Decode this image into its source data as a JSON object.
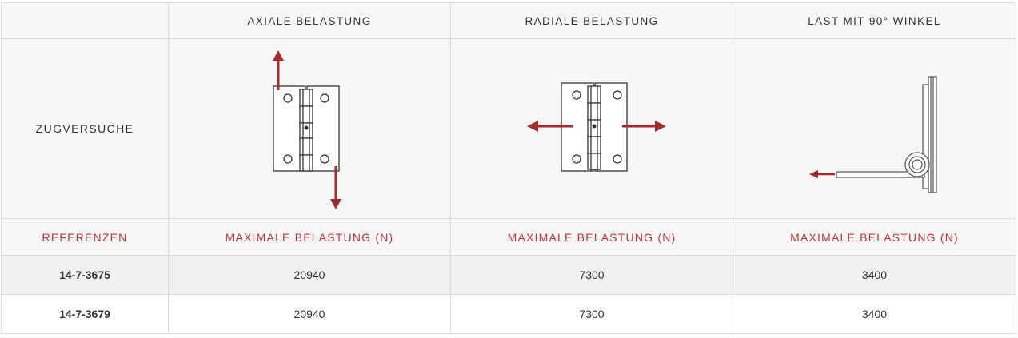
{
  "header": {
    "corner": "",
    "columns": [
      "AXIALE BELASTUNG",
      "RADIALE BELASTUNG",
      "LAST MIT 90° WINKEL"
    ]
  },
  "test_row": {
    "label": "ZUGVERSUCHE",
    "illustrations": [
      "axial-load-hinge-icon",
      "radial-load-hinge-icon",
      "angle-90-load-hinge-icon"
    ]
  },
  "ref_row": {
    "label": "REFERENZEN",
    "columns": [
      "MAXIMALE BELASTUNG (N)",
      "MAXIMALE BELASTUNG (N)",
      "MAXIMALE BELASTUNG (N)"
    ]
  },
  "rows": [
    {
      "ref": "14-7-3675",
      "values": [
        "20940",
        "7300",
        "3400"
      ]
    },
    {
      "ref": "14-7-3679",
      "values": [
        "20940",
        "7300",
        "3400"
      ]
    }
  ],
  "colors": {
    "accent": "#c8333a",
    "arrow": "#a52a2a",
    "line": "#333333"
  }
}
